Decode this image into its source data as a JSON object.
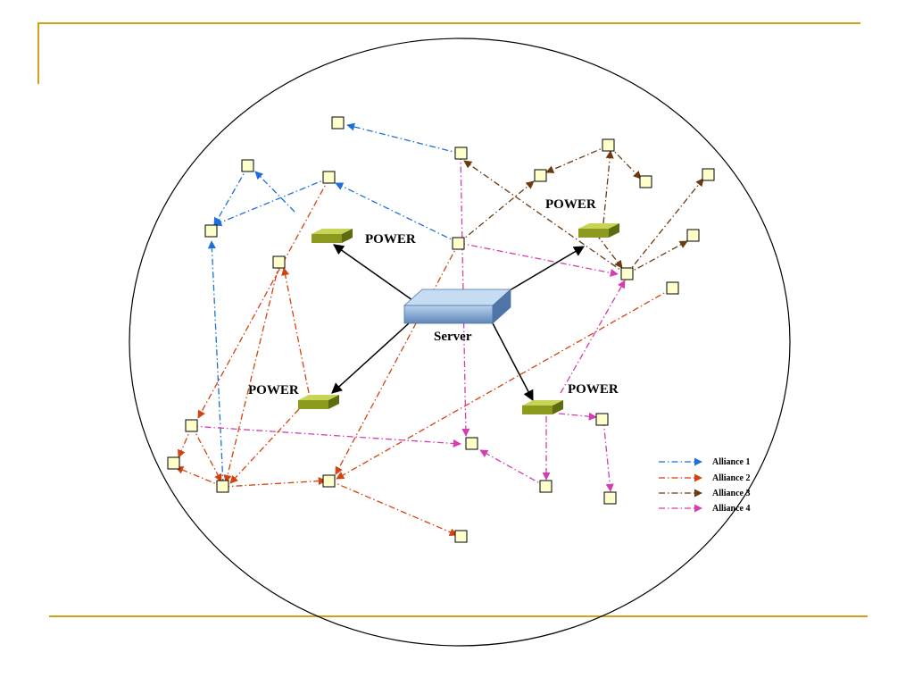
{
  "colors": {
    "frame": "#d4a017",
    "alliance1": "#1e6fd9",
    "alliance2": "#d4420f",
    "alliance3": "#6b3a10",
    "alliance4": "#d63db0",
    "server_link": "#000000",
    "node_fill": "#ffffcc",
    "power_fill": "#8c9a1e",
    "server_fill": "#7fa6d4"
  },
  "labels": {
    "server": "Server",
    "power_top_left": "POWER",
    "power_top_right": "POWER",
    "power_bottom_left": "POWER",
    "power_bottom_right": "POWER"
  },
  "legend": [
    {
      "label": "Alliance 1",
      "color_key": "alliance1"
    },
    {
      "label": "Alliance 2",
      "color_key": "alliance2"
    },
    {
      "label": "Alliance 3",
      "color_key": "alliance3"
    },
    {
      "label": "Alliance 4",
      "color_key": "alliance4"
    }
  ],
  "icons": {
    "server": "server-switch-icon",
    "power": "power-node-icon",
    "node": "peer-node-icon"
  }
}
